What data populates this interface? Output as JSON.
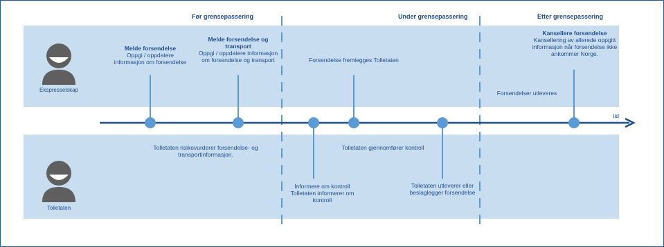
{
  "phases": {
    "before": "Før grensepassering",
    "during": "Under grensepassering",
    "after": "Etter grensepassering"
  },
  "actors": {
    "top": "Ekspresselskap",
    "bottom": "Tolletaten"
  },
  "axis_label": "tid",
  "top_events": {
    "e1": {
      "title": "Melde forsendelse",
      "body": "Oppgi / oppdatere informasjon om forsendelse"
    },
    "e2": {
      "title": "Melde forsendelse og transport",
      "body": "Oppgi / oppdatere informasjon om forsendelse og transport"
    },
    "e3": {
      "body": "Forsendelse fremlegges Tolletaten"
    },
    "e4": {
      "body": "Forsendelser utleveres"
    },
    "e5": {
      "title": "Kansellere forsendelse",
      "body": "Kansellering av allerede oppgitt informasjon når forsendelse ikke ankommer Norge."
    }
  },
  "bottom_events": {
    "b1": {
      "body": "Tolletaten risikovurderer forsendelse- og transportinformasjon."
    },
    "b2": {
      "body": "Informere om kontroll Tolletaten informerer om kontroll"
    },
    "b3": {
      "body": "Tolletaten gjennomfører kontroll"
    },
    "b4": {
      "body": "Tolletaten utleverer eller beslaglegger forsendelse"
    }
  },
  "colors": {
    "lane": "#c9ddf1",
    "accent": "#1f4e8c",
    "node": "#5b9bd5",
    "avatar": "#5f5f5f"
  }
}
